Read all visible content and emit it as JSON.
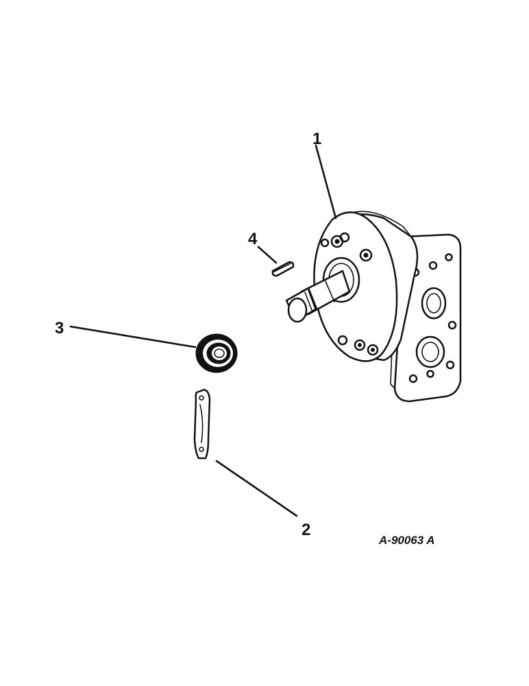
{
  "diagram": {
    "drawing_number": "A-90063 A",
    "callouts": [
      {
        "number": "1",
        "part": "hydraulic-pump"
      },
      {
        "number": "2",
        "part": "mounting-bracket"
      },
      {
        "number": "3",
        "part": "seal"
      },
      {
        "number": "4",
        "part": "key"
      }
    ]
  }
}
